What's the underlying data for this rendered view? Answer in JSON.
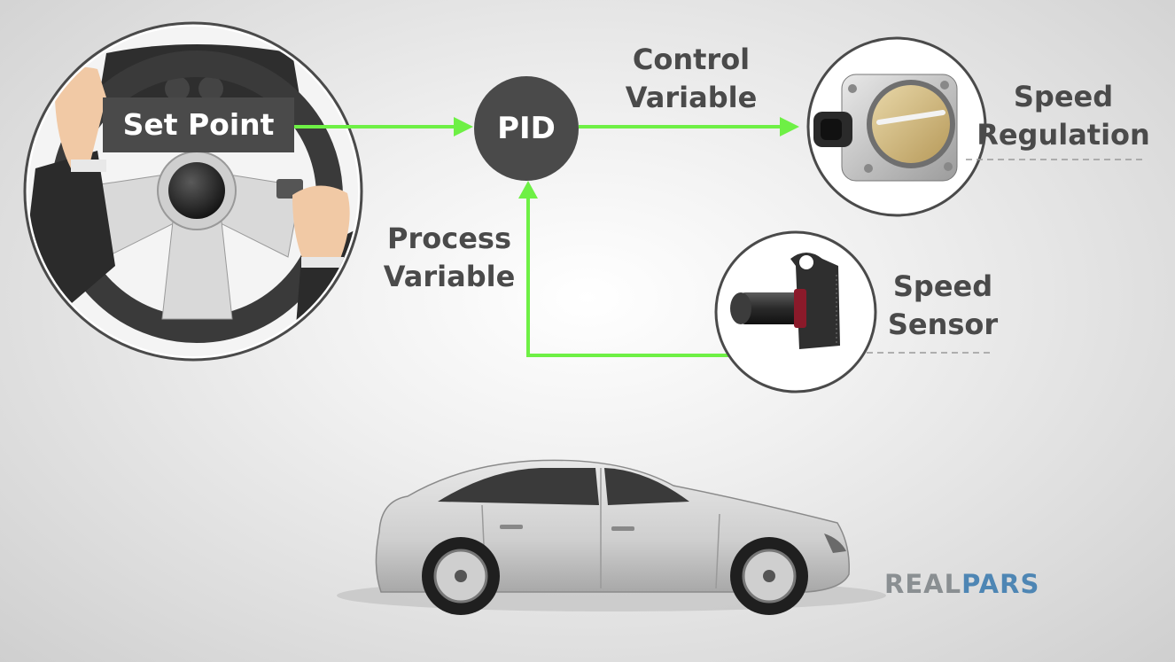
{
  "set_point": {
    "label": "Set Point"
  },
  "pid": {
    "label": "PID"
  },
  "control_variable": {
    "line1": "Control",
    "line2": "Variable"
  },
  "process_variable": {
    "line1": "Process",
    "line2": "Variable"
  },
  "speed_regulation": {
    "line1": "Speed",
    "line2": "Regulation"
  },
  "speed_sensor": {
    "line1": "Speed",
    "line2": "Sensor"
  },
  "brand": {
    "part1": "REAL",
    "part2": "PARS"
  },
  "colors": {
    "arrow": "#6ef045",
    "label_dark": "#4a4a4a",
    "brand_gray": "#8a8f92",
    "brand_blue": "#4e86b4"
  }
}
